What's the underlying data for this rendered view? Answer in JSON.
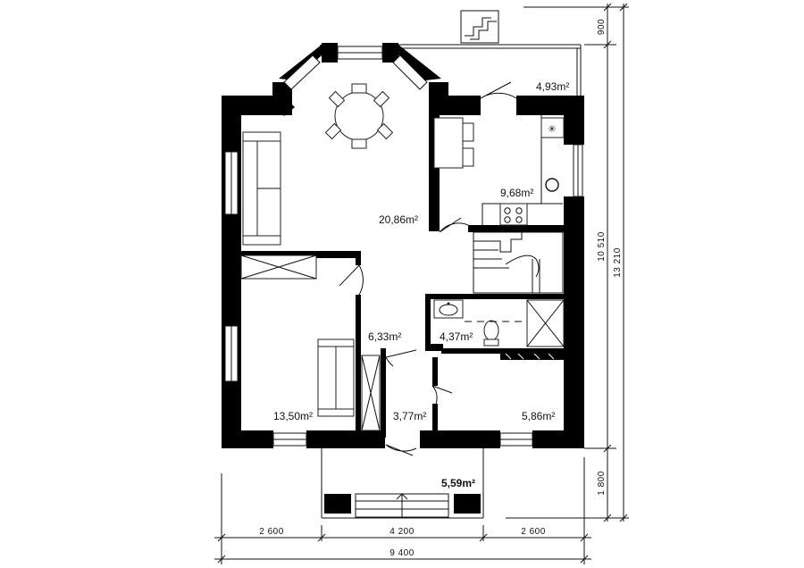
{
  "rooms": {
    "living": "20,86m²",
    "kitchen": "9,68m²",
    "terrace_top": "4,93m²",
    "bedroom": "13,50m²",
    "hall": "6,33m²",
    "bath": "4,37m²",
    "vestibule": "3,77m²",
    "room_right": "5,86m²",
    "porch": "5,59m²"
  },
  "dimensions": {
    "bottom_left": "2 600",
    "bottom_mid": "4 200",
    "bottom_right": "2 600",
    "bottom_total": "9 400",
    "right_top": "900",
    "right_mid": "10 510",
    "right_bottom": "1 800",
    "right_total": "13 210"
  },
  "icons": [
    "dining-table-icon",
    "sofa-icon",
    "stove-icon",
    "sink-icon",
    "toilet-icon",
    "shower-icon",
    "stairs-icon",
    "wardrobe-icon"
  ]
}
